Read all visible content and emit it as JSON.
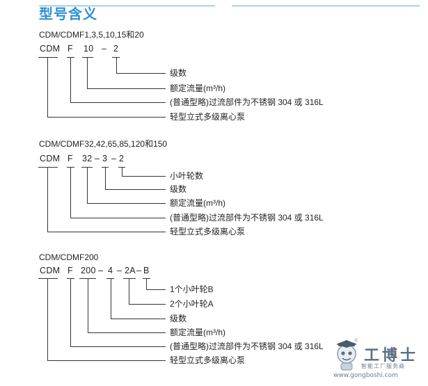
{
  "title": "型号含义",
  "sections": [
    {
      "heading": "CDM/CDMF1,3,5,10,15和20",
      "code": [
        "CDM",
        "F",
        "10",
        "–",
        "2"
      ],
      "labels": [
        "级数",
        "额定流量(m³/h)",
        "(普通型略)过流部件为不锈钢 304 或 316L",
        "轻型立式多级离心泵"
      ]
    },
    {
      "heading": "CDM/CDMF32,42,65,85,120和150",
      "code": [
        "CDM",
        "F",
        "32",
        "–",
        "3",
        "–",
        "2"
      ],
      "labels": [
        "小叶轮数",
        "级数",
        "额定流量(m³/h)",
        "(普通型略)过流部件为不锈钢 304 或 316L",
        "轻型立式多级离心泵"
      ]
    },
    {
      "heading": "CDM/CDMF200",
      "code": [
        "CDM",
        "F",
        "200",
        "–",
        "4",
        "–",
        "2A",
        "–",
        "B"
      ],
      "labels": [
        "1个小叶轮B",
        "2个小叶轮A",
        "级数",
        "额定流量(m³/h)",
        "(普通型略)过流部件为不锈钢 304 或 316L",
        "轻型立式多级离心泵"
      ]
    }
  ],
  "watermark": {
    "brand": "工博士",
    "subtitle": "智能工厂服务商",
    "url": "www.gongboshi.com",
    "icon": "mascot-logo",
    "registered": "®"
  },
  "colors": {
    "accent": "#2b8fd6",
    "rule": "#5aa7e0",
    "text": "#222222"
  }
}
